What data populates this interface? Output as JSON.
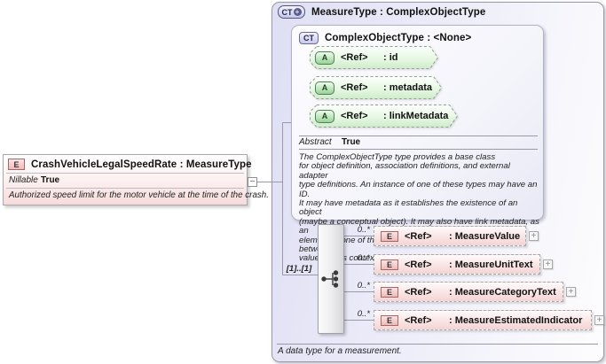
{
  "icons": {
    "element": "E",
    "attribute": "A",
    "complex_type": "CT",
    "expand": "+",
    "collapse": "−"
  },
  "root_element": {
    "title": "CrashVehicleLegalSpeedRate : MeasureType",
    "nillable_label": "Nillable",
    "nillable_value": "True",
    "description": "Authorized speed limit for the motor vehicle at the time of the crash."
  },
  "measure_type": {
    "title": "MeasureType : ComplexObjectType",
    "footer": "A data type for a measurement.",
    "base": {
      "title": "ComplexObjectType : <None>",
      "attributes": [
        {
          "ref": "<Ref>",
          "name": ": id"
        },
        {
          "ref": "<Ref>",
          "name": ": metadata"
        },
        {
          "ref": "<Ref>",
          "name": ": linkMetadata"
        }
      ],
      "abstract_label": "Abstract",
      "abstract_value": "True",
      "documentation": "The ComplexObjectType type provides a base class\nfor object definition, association definitions, and external adapter\ntype definitions. An instance of one of these types may have an ID.\nIt may have metadata as it establishes the existence of an object\n(maybe a conceptual object). It may also have link metadata, as an\nelement of one of these types establishes a relationship between its\nvalue and its context."
    },
    "sequence": {
      "cardinality": "[1]..[1]",
      "elements": [
        {
          "occurs": "0..*",
          "ref": "<Ref>",
          "name": ": MeasureValue"
        },
        {
          "occurs": "0..*",
          "ref": "<Ref>",
          "name": ": MeasureUnitText"
        },
        {
          "occurs": "0..*",
          "ref": "<Ref>",
          "name": ": MeasureCategoryText"
        },
        {
          "occurs": "0..*",
          "ref": "<Ref>",
          "name": ": MeasureEstimatedIndicator"
        }
      ]
    }
  },
  "colors": {
    "type_fill": "#e2e2f6",
    "attribute_fill": "#d2f0cf",
    "element_fill": "#f6d8d8",
    "connector": "#9a9aa6"
  }
}
